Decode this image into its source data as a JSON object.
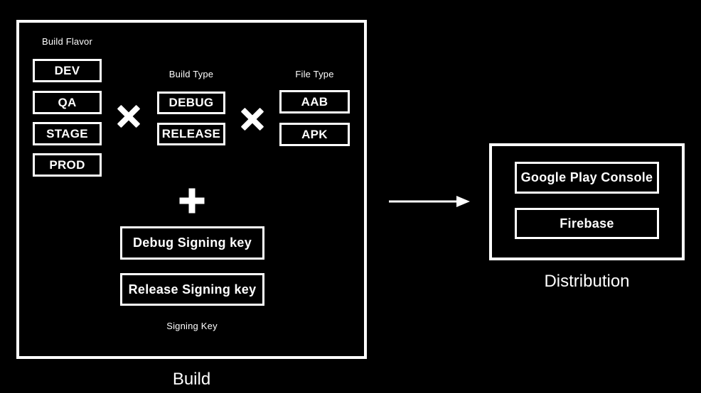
{
  "colors": {
    "background": "#000000",
    "foreground": "#ffffff"
  },
  "build": {
    "title": "Build",
    "flavor": {
      "label": "Build Flavor",
      "items": [
        "DEV",
        "QA",
        "STAGE",
        "PROD"
      ]
    },
    "build_type": {
      "label": "Build Type",
      "items": [
        "DEBUG",
        "RELEASE"
      ]
    },
    "file_type": {
      "label": "File Type",
      "items": [
        "AAB",
        "APK"
      ]
    },
    "signing": {
      "label": "Signing Key",
      "items": [
        "Debug Signing key",
        "Release Signing key"
      ]
    },
    "operators": {
      "multiply": "multiply-icon",
      "plus": "plus-icon"
    }
  },
  "arrow": {
    "meaning": "build-output-flows-to-distribution"
  },
  "distribution": {
    "title": "Distribution",
    "items": [
      "Google Play Console",
      "Firebase"
    ]
  }
}
